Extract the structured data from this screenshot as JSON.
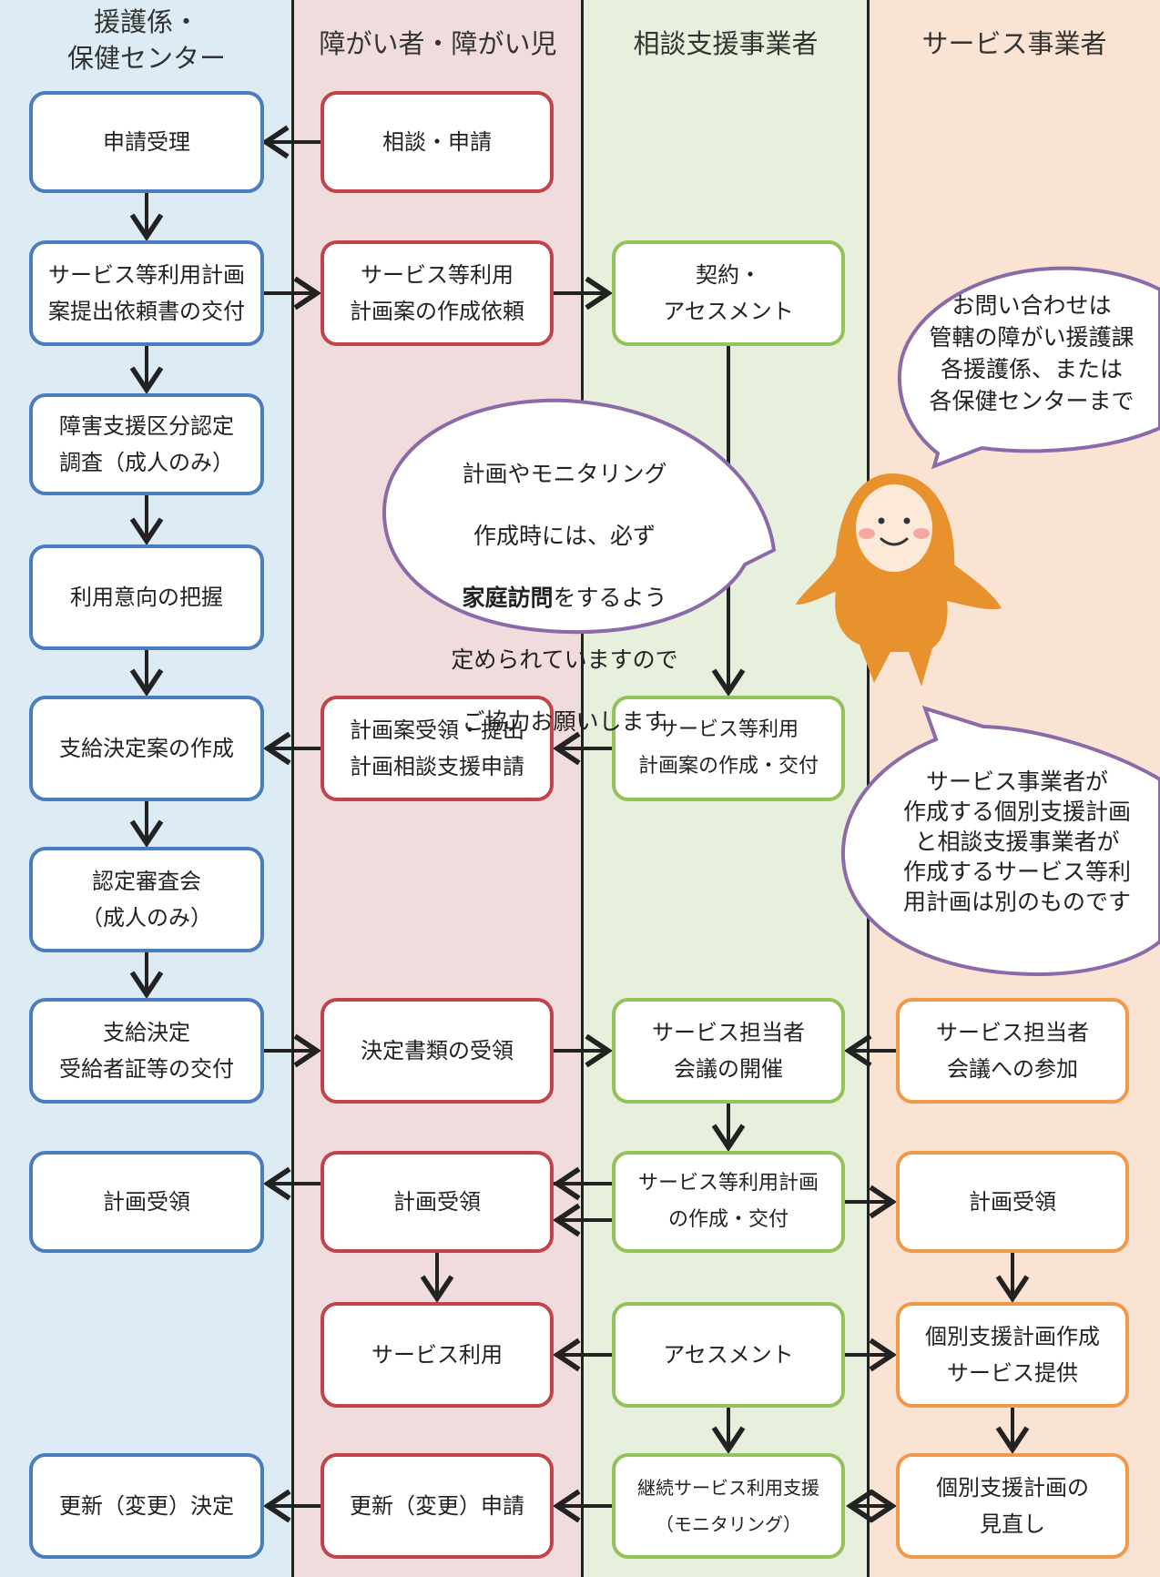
{
  "lanes": [
    {
      "title": "援護係・\n保健センター",
      "color": "#dcebf4"
    },
    {
      "title": "障がい者・障がい児",
      "color": "#f1dcdd"
    },
    {
      "title": "相談支援事業者",
      "color": "#e7efdd"
    },
    {
      "title": "サービス事業者",
      "color": "#fbe3d3"
    }
  ],
  "nodes": {
    "b1": "申請受理",
    "b2": "サービス等利用計画\n案提出依頼書の交付",
    "b3": "障害支援区分認定\n調査（成人のみ）",
    "b4": "利用意向の把握",
    "b5": "支給決定案の作成",
    "b6": "認定審査会\n（成人のみ）",
    "b7": "支給決定\n受給者証等の交付",
    "b8": "計画受領",
    "b9": "更新（変更）決定",
    "r1": "相談・申請",
    "r2": "サービス等利用\n計画案の作成依頼",
    "r3": "計画案受領・提出\n計画相談支援申請",
    "r4": "決定書類の受領",
    "r5": "計画受領",
    "r6": "サービス利用",
    "r7": "更新（変更）申請",
    "g1": "契約・\nアセスメント",
    "g2": "サービス等利用\n計画案の作成・交付",
    "g3": "サービス担当者\n会議の開催",
    "g4": "サービス等利用計画\nの作成・交付",
    "g5": "アセスメント",
    "g6": "継続サービス利用支援\n（モニタリング）",
    "o1": "サービス担当者\n会議への参加",
    "o2": "計画受領",
    "o3": "個別支援計画作成\nサービス提供",
    "o4": "個別支援計画の\n見直し"
  },
  "bubbles": {
    "inquiry": "お問い合わせは\n管轄の障がい援護課\n各援護係、または\n各保健センターまで",
    "visit_line1": "計画やモニタリング",
    "visit_line2": "作成時には、必ず",
    "visit_bold": "家庭訪問",
    "visit_line3_rest": "をするよう",
    "visit_line4": "定められていますので",
    "visit_line5": "ご協力お願いします",
    "plans": "サービス事業者が\n作成する個別支援計画\nと相談支援事業者が\n作成するサービス等利\n用計画は別のものです"
  },
  "colors": {
    "blue": "#4a7dc0",
    "red": "#c0444a",
    "green": "#93c15a",
    "orange": "#f0994a",
    "bubble_border": "#8a6aa8",
    "mascot": "#e8922e",
    "arrow": "#222222"
  }
}
